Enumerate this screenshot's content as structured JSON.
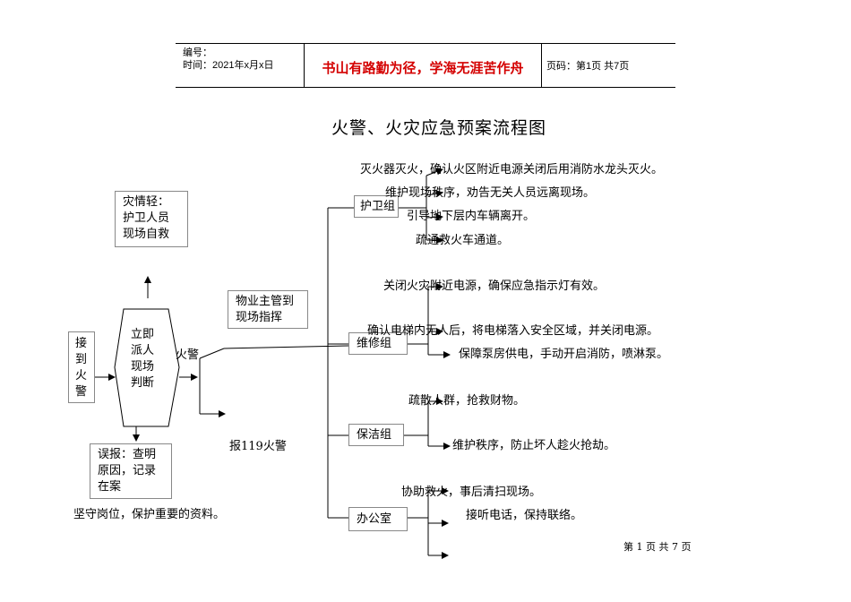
{
  "header": {
    "code_label": "编号：",
    "time_label": "时间：2021年x月x日",
    "motto": "书山有路勤为径，学海无涯苦作舟",
    "page_label": "页码：第1页  共7页"
  },
  "title": "火警、火灾应急预案流程图",
  "nodes": {
    "receive_alarm": "接到火警",
    "dispatch": [
      "立即",
      "派人",
      "现场",
      "判断"
    ],
    "minor_fire": [
      "灾情轻：",
      "护卫人员",
      "现场自救"
    ],
    "false_alarm": [
      "误报：查明",
      "原因，记录",
      "在案"
    ],
    "manager": [
      "物业主管到",
      "现场指挥"
    ],
    "fire_alarm": "火警",
    "report_119": "报119火警",
    "guard_post": "坚守岗位，保护重要的资料。"
  },
  "groups": {
    "guard": {
      "label": "护卫组",
      "tasks": [
        "灭火器灭火，确认火区附近电源关闭后用消防水龙头灭火。",
        "维护现场秩序，劝告无关人员远离现场。",
        "引导地下层内车辆离开。",
        "疏通救火车通道。"
      ]
    },
    "maintenance": {
      "label": "维修组",
      "tasks": [
        "关闭火灾附近电源，确保应急指示灯有效。",
        "确认电梯内无人后，将电梯落入安全区域，并关闭电源。",
        "保障泵房供电，手动开启消防，喷淋泵。"
      ]
    },
    "cleaning": {
      "label": "保洁组",
      "tasks": [
        "疏散人群，抢救财物。",
        "维护秩序，防止坏人趁火抢劫。"
      ]
    },
    "office": {
      "label": "办公室",
      "tasks": [
        "协助救火，事后清扫现场。",
        "接听电话，保持联络。"
      ]
    }
  },
  "footer": "第 1 页 共 7 页"
}
